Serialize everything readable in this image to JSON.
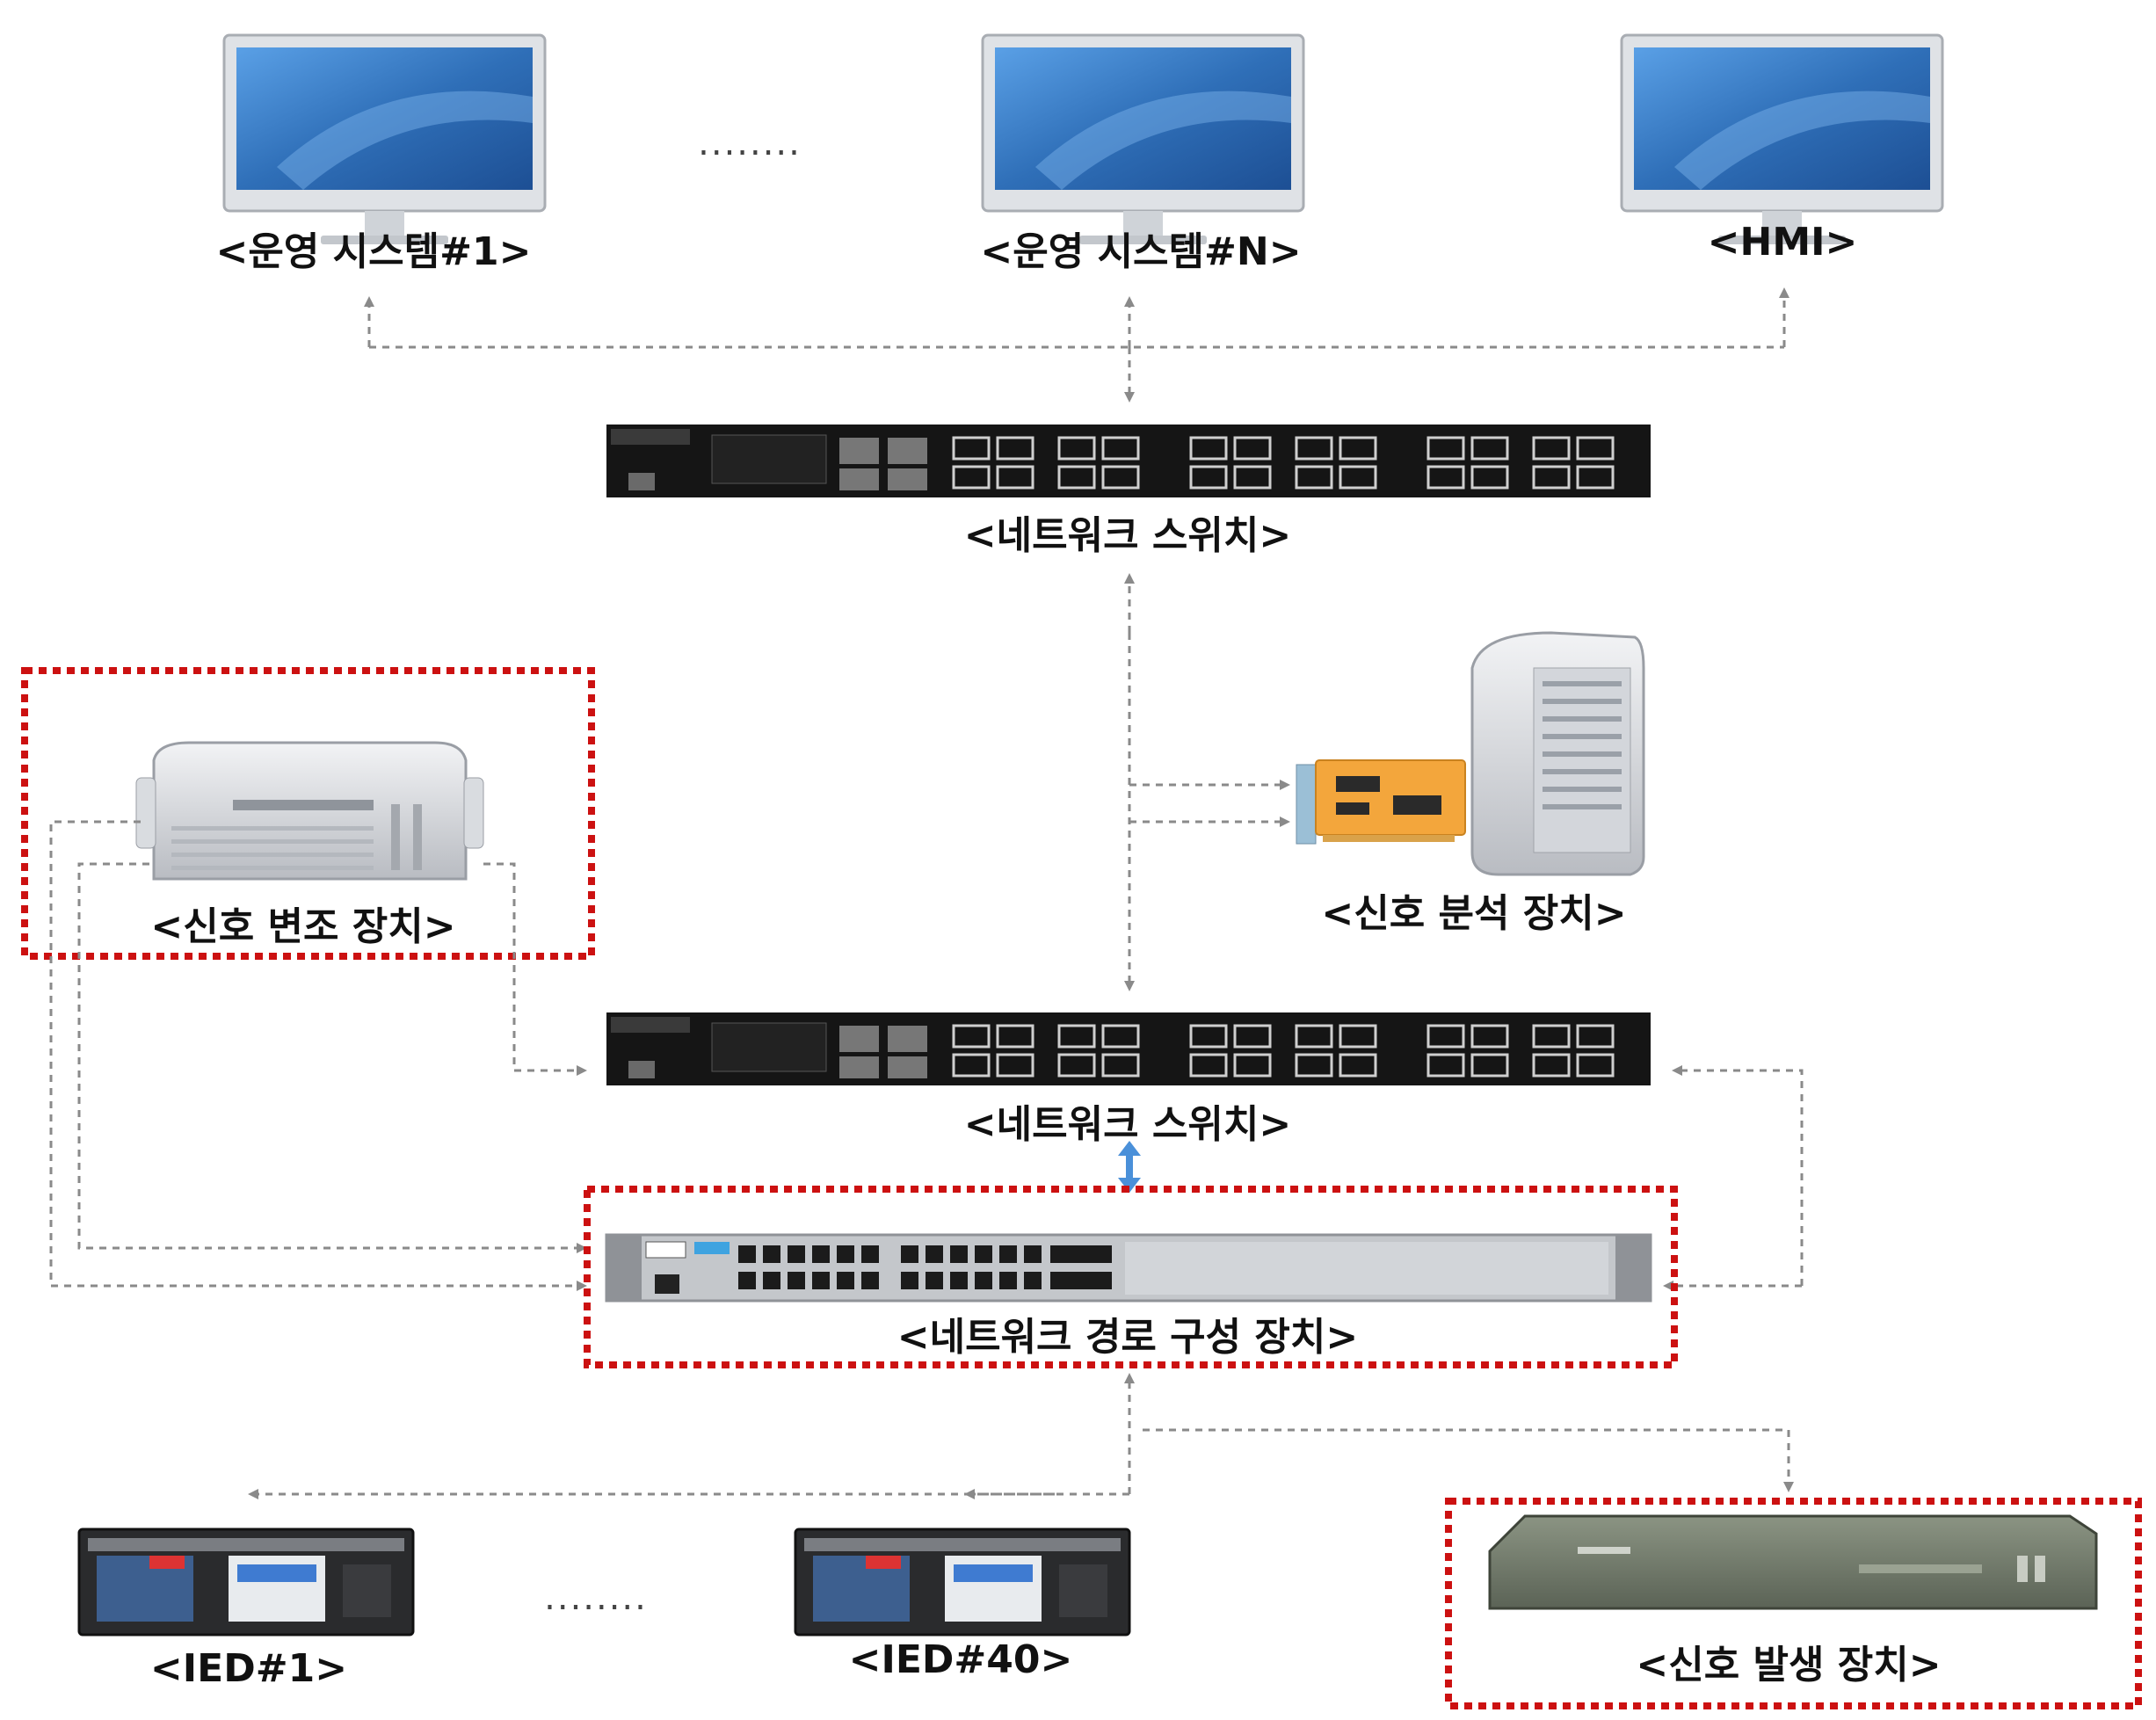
{
  "labels": {
    "ops_system_1": "<운영 시스템#1>",
    "ops_system_n": "<운영 시스템#N>",
    "hmi": "<HMI>",
    "network_switch_top": "<네트워크 스위치>",
    "signal_analyzer": "<신호 분석 장치>",
    "signal_modulator": "<신호 변조 장치>",
    "network_switch_mid": "<네트워크 스위치>",
    "path_config": "<네트워크 경로 구성 장치>",
    "ied_1": "<IED#1>",
    "ied_40": "<IED#40>",
    "signal_generator": "<신호 발생 장치>",
    "ellipsis_top": "........",
    "ellipsis_bottom": "........"
  },
  "colors": {
    "highlight_border": "#cc1111",
    "connector": "#8a8a8a",
    "bidirectional_link": "#4a90d9",
    "monitor_screen": "#2f6fb8",
    "switch_body": "#151515"
  },
  "icons": {
    "monitor": "monitor-icon",
    "switch": "rack-switch-icon",
    "server": "server-icon",
    "card": "interface-card-icon",
    "ied": "ied-device-icon",
    "generator": "signal-generator-icon"
  }
}
